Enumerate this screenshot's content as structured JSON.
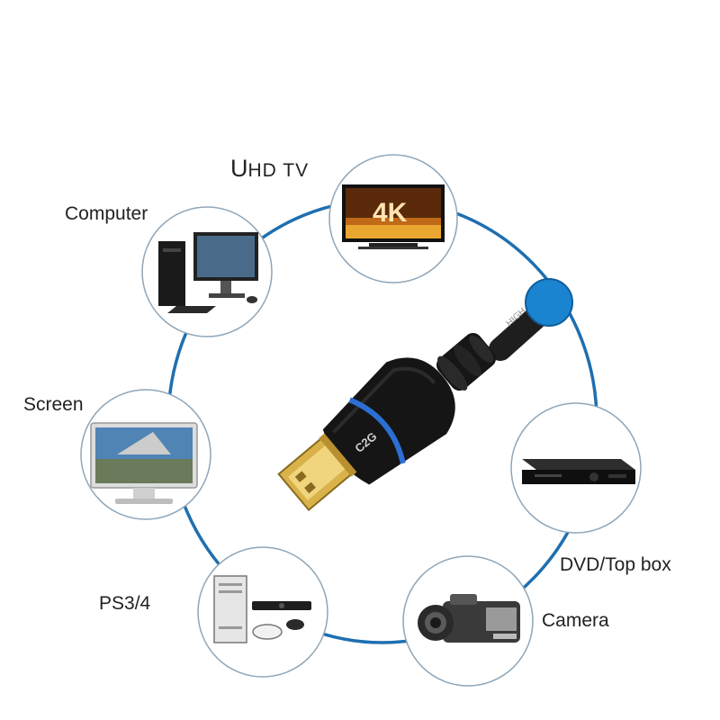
{
  "devices": [
    {
      "id": "uhd_tv",
      "label_first": "U",
      "label_rest": "HD TV",
      "screen_text": "4K",
      "icon": "tv-icon"
    },
    {
      "id": "computer",
      "label": "Computer",
      "icon": "desktop-computer-icon"
    },
    {
      "id": "screen",
      "label": "Screen",
      "icon": "laptop-icon"
    },
    {
      "id": "ps",
      "label": "PS3/4",
      "icon": "game-console-icon"
    },
    {
      "id": "camera",
      "label": "Camera",
      "icon": "camcorder-icon"
    },
    {
      "id": "dvd",
      "label": "DVD/Top box",
      "icon": "dvd-player-icon"
    }
  ],
  "cable": {
    "icon": "hdmi-cable-icon",
    "brand_mark": "C2G",
    "cable_print": "HIGH"
  },
  "colors": {
    "ring": "#1e6fb0",
    "ring_dot": "#1b84d1",
    "ring_dot_stroke": "#0f5e9c",
    "circle_stroke": "#8fa6b8",
    "accent_stripe": "#2c6fd4",
    "plug_gold": "#d9b24a"
  }
}
